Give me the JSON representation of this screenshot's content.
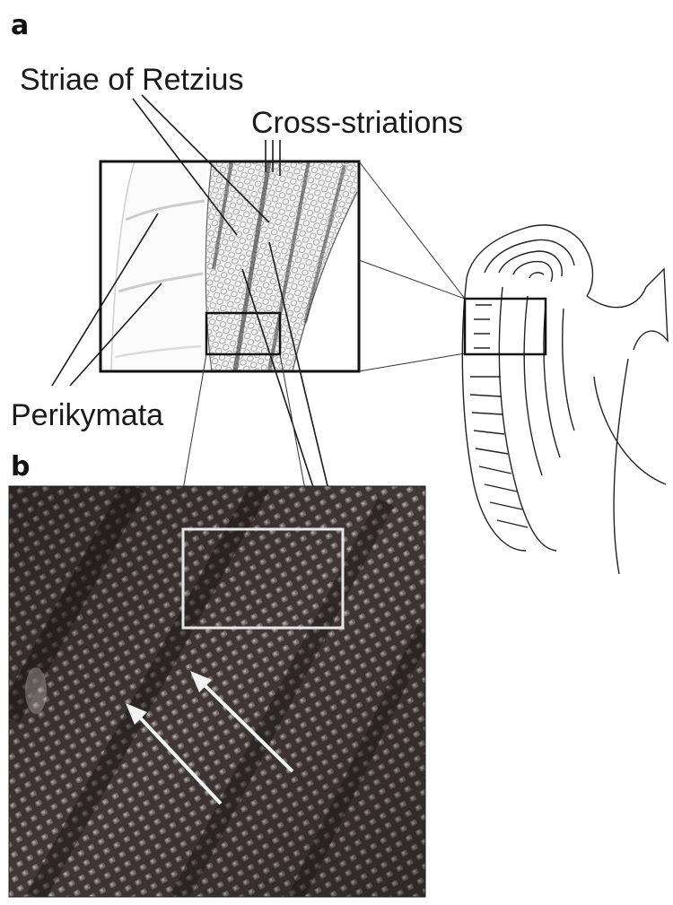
{
  "panels": {
    "a": "a",
    "b": "b"
  },
  "labels": {
    "striae": "Striae of Retzius",
    "cross": "Cross-striations",
    "perikymata": "Perikymata"
  },
  "colors": {
    "ink": "#1a1a1a",
    "micrograph_bg": "#3b3534",
    "inset_box": "#e8e8e8",
    "arrow": "#f2f2f2",
    "enamel_texture": "#bdbdbd"
  }
}
